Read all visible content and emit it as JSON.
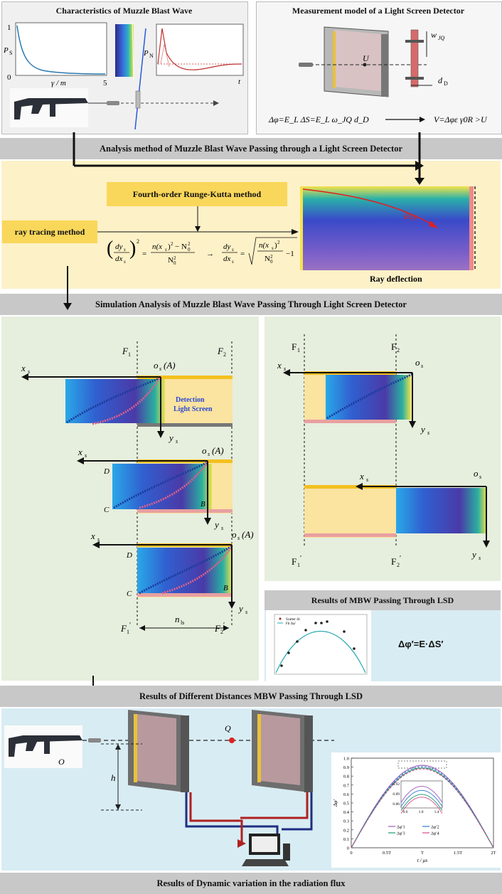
{
  "panels": {
    "muzzle_blast": {
      "title": "Characteristics of Muzzle Blast Wave"
    },
    "measurement_model": {
      "title": "Measurement model of a Light Screen Detector"
    }
  },
  "bars": {
    "analysis": "Analysis method of Muzzle Blast Wave Passing through a Light Screen Detector",
    "simulation": "Simulation Analysis of Muzzle Blast Wave Passing Through Light Screen Detector",
    "distances": "Results of Different Distances MBW Passing Through LSD",
    "dynamic": "Results of Dynamic variation in the radiation flux"
  },
  "analysis": {
    "runge_kutta": "Fourth-order Runge-Kutta method",
    "ray_tracing": "ray tracing method",
    "ray_label": "Ray",
    "ray_deflection": "Ray deflection"
  },
  "small_plot": {
    "y_top": "1",
    "y_bottom": "0",
    "x_right": "5",
    "ylabel": "P",
    "ylabel_sub": "S",
    "xlabel": "γ / m"
  },
  "right_plot": {
    "ylabel": "P",
    "ylabel_sub": "N",
    "xlabel": "t"
  },
  "measurement": {
    "U": "U",
    "w": "w",
    "w_sub": "JQ",
    "d": "d",
    "d_sub": "D",
    "eq1": "Δφ=E",
    "eq_full": "Δφ=E_L ΔS=E_L ω_JQ d_D",
    "eq2": "V=Δφε γ0R >U"
  },
  "simulation": {
    "F1": "F",
    "F2": "F",
    "os": "o",
    "xs": "x",
    "ys": "y",
    "osA": "(A)",
    "detection": "Detection",
    "light_screen": "Light Screen",
    "D": "D",
    "C": "C",
    "B": "B",
    "nls": "n",
    "nls_sub": "ls"
  },
  "results_lsd": {
    "title": "Results of MBW Passing Through LSD",
    "formula": "Δφ′=E·ΔS′",
    "legend": [
      "Scatter Δl",
      "Fit Δφ′"
    ]
  },
  "distances": {
    "O": "O",
    "Q": "Q",
    "h": "h"
  },
  "chart_data": {
    "type": "line",
    "xlabel": "t / μs",
    "ylabel": "Δφ′",
    "ylim": [
      0,
      1.0
    ],
    "x_ticks": [
      "0",
      "0.5T",
      "T",
      "1.5T",
      "2T"
    ],
    "y_ticks": [
      "0",
      "0.1",
      "0.2",
      "0.3",
      "0.4",
      "0.5",
      "0.6",
      "0.7",
      "0.8",
      "0.9",
      "1.0"
    ],
    "inset": {
      "y_ticks": [
        "0.92",
        "0.89",
        "0.86"
      ],
      "x_ticks": [
        "0.6",
        "1.0",
        "1.4"
      ]
    },
    "series": [
      {
        "name": "Δφ′1",
        "color": "#9b59b6",
        "peak": 0.92
      },
      {
        "name": "Δφ′2",
        "color": "#2a7ad9",
        "peak": 0.905
      },
      {
        "name": "Δφ′3",
        "color": "#1a9c6b",
        "peak": 0.89
      },
      {
        "name": "Δφ′4",
        "color": "#d94a8c",
        "peak": 0.88
      }
    ]
  },
  "colors": {
    "bar": "#c8c8c8",
    "yellow_bg": "#fdf1c7",
    "green_bg": "#e6eedd",
    "blue_bg": "#d8ecf3",
    "accent": "#f9d75a"
  }
}
